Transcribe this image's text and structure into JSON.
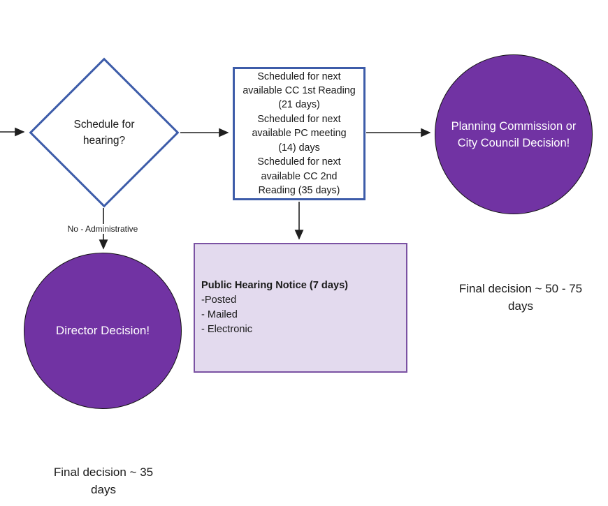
{
  "colors": {
    "purple_fill": "#7133A3",
    "blue_border": "#3D5CA9",
    "lavender_fill": "#E3DAEE",
    "lavender_border": "#7B52A3",
    "arrow": "#1F1F1F",
    "text": "#1A1A1A",
    "circle_text": "#FFFFFF"
  },
  "nodes": {
    "decision": {
      "label": "Schedule for\nhearing?"
    },
    "schedule_box": {
      "text": "Scheduled for next\navailable CC 1st Reading\n(21 days)\nScheduled for next\navailable PC meeting\n(14) days\nScheduled for next\navailable CC 2nd\nReading (35 days)"
    },
    "pc_cc_circle": {
      "label": "Planning Commission or\nCity Council Decision!"
    },
    "director_circle": {
      "label": "Director Decision!"
    },
    "notice_box": {
      "title": "Public Hearing Notice (7 days)",
      "items": [
        "-Posted",
        "- Mailed",
        "- Electronic"
      ]
    }
  },
  "edge_labels": {
    "no_administrative": "No - Administrative"
  },
  "annotations": {
    "final_decision_right": "Final decision ~ 50 - 75\ndays",
    "final_decision_left": "Final decision ~ 35\ndays"
  }
}
